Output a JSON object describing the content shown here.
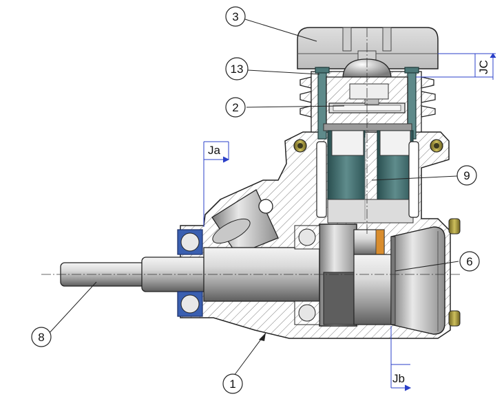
{
  "callouts": {
    "c3": "3",
    "c13": "13",
    "c2": "2",
    "c9": "9",
    "c6": "6",
    "c8": "8",
    "c1": "1"
  },
  "dimensions": {
    "ja": "Ja",
    "jb": "Jb",
    "jc": "JC"
  },
  "colors": {
    "section_hatch": "#7a7a7a",
    "steel_light": "#e6e6e6",
    "steel_dark": "#6d6d6d",
    "liner_teal": "#5e8a8a",
    "rod_teal": "#2f5c5c",
    "bearing_blue": "#3a5fb0",
    "brass": "#a89a3c",
    "dim_blue": "#2a3fc8"
  }
}
